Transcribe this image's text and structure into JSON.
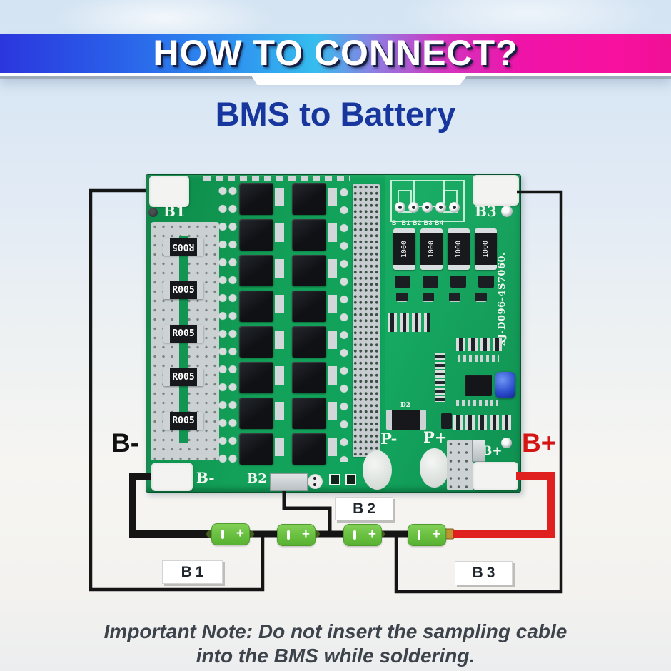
{
  "header": {
    "banner_title": "HOW TO CONNECT?",
    "subtitle": "BMS to Battery"
  },
  "board": {
    "silk_top_left": "B1",
    "silk_top_right": "B3",
    "silk_bottom_left": "B-",
    "silk_b2": "B2",
    "silk_p_minus": "P-",
    "silk_p_plus": "P+",
    "silk_b_plus": "B+",
    "silk_d2": "D2",
    "model_number": "XJ-D096-4S7060.",
    "connector_pin_labels": "B- B1 B2 B3 B4",
    "shunt_resistor_label": "R005",
    "balance_resistor_label": "1000"
  },
  "wiring": {
    "label_b_minus": "B-",
    "label_b_plus": "B+",
    "battery_box_labels": [
      "B1",
      "B2",
      "B3"
    ],
    "terminal_plus": "+"
  },
  "note": {
    "line1": "Important Note: Do not insert the sampling cable",
    "line2": "into the BMS while soldering."
  },
  "colors": {
    "wire_black": "#151515",
    "wire_red": "#e01f1f",
    "label_b_plus_red": "#d51414",
    "pcb_green": "#12a159",
    "battery_green": "#6fc143",
    "subtitle_blue": "#17379e",
    "connector_brass": "#bf9433"
  }
}
